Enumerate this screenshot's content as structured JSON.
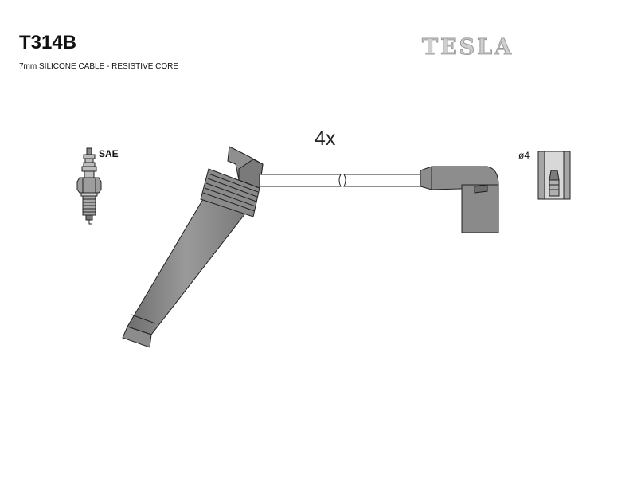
{
  "header": {
    "part_number": "T314B",
    "description": "7mm SILICONE CABLE - RESISTIVE CORE",
    "brand": "TESLA"
  },
  "diagram": {
    "quantity": "4x",
    "spark_plug_label": "SAE",
    "terminal_diameter_label": "ø4"
  }
}
